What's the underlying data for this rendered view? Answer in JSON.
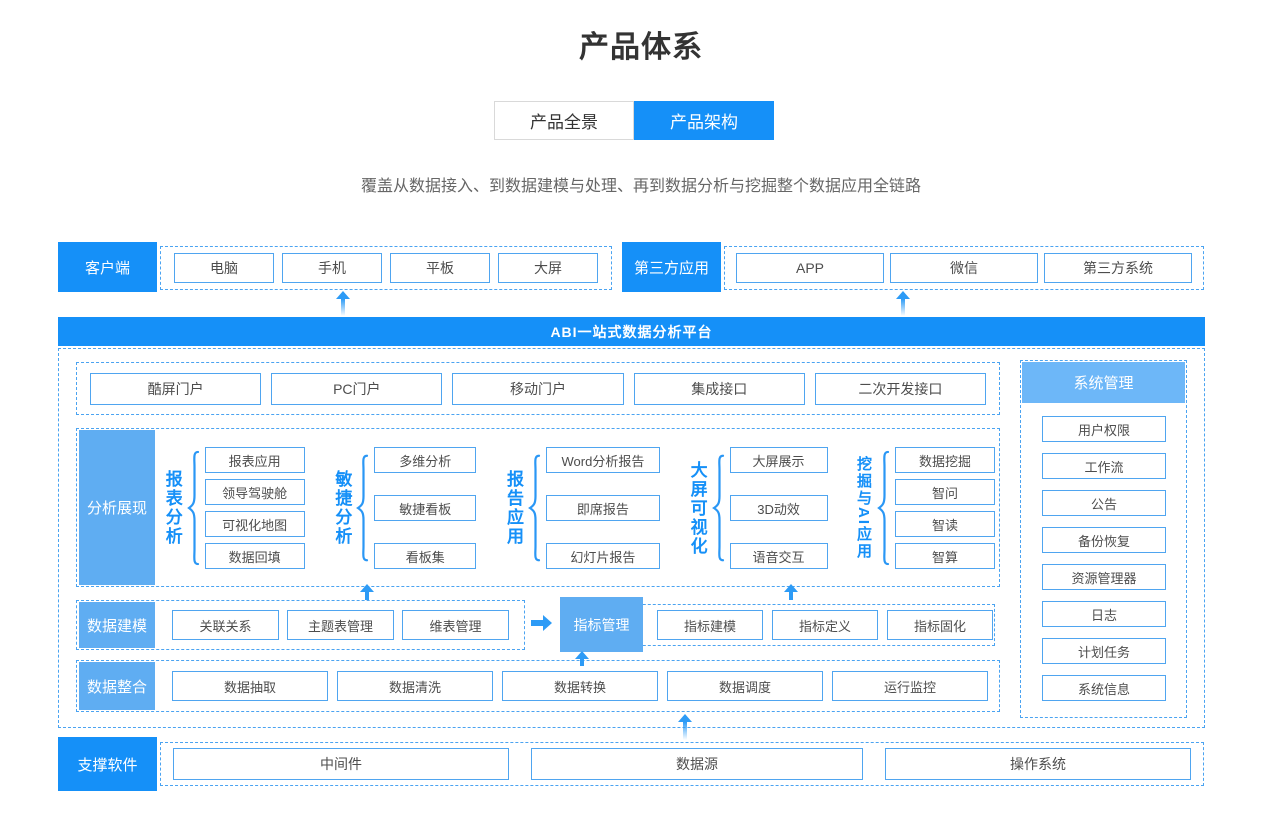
{
  "page": {
    "title": "产品体系",
    "subtitle": "覆盖从数据接入、到数据建模与处理、再到数据分析与挖掘整个数据应用全链路",
    "tabs": [
      {
        "label": "产品全景",
        "active": false
      },
      {
        "label": "产品架构",
        "active": true
      }
    ]
  },
  "client_row": {
    "label": "客户端",
    "items": [
      "电脑",
      "手机",
      "平板",
      "大屏"
    ]
  },
  "thirdparty_row": {
    "label": "第三方应用",
    "items": [
      "APP",
      "微信",
      "第三方系统"
    ]
  },
  "platform": {
    "banner": "ABI一站式数据分析平台",
    "portals": [
      "酷屏门户",
      "PC门户",
      "移动门户",
      "集成接口",
      "二次开发接口"
    ],
    "analysis": {
      "label": "分析展现",
      "groups": [
        {
          "name": "报表分析",
          "items": [
            "报表应用",
            "领导驾驶舱",
            "可视化地图",
            "数据回填"
          ]
        },
        {
          "name": "敏捷分析",
          "items": [
            "多维分析",
            "敏捷看板",
            "看板集"
          ]
        },
        {
          "name": "报告应用",
          "items": [
            "Word分析报告",
            "即席报告",
            "幻灯片报告"
          ]
        },
        {
          "name": "大屏可视化",
          "items": [
            "大屏展示",
            "3D动效",
            "语音交互"
          ]
        },
        {
          "name": "挖掘与AI应用",
          "items": [
            "数据挖掘",
            "智问",
            "智读",
            "智算"
          ]
        }
      ]
    },
    "modeling": {
      "label": "数据建模",
      "items": [
        "关联关系",
        "主题表管理",
        "维表管理"
      ],
      "indicator": {
        "label": "指标管理",
        "items": [
          "指标建模",
          "指标定义",
          "指标固化"
        ]
      }
    },
    "integration": {
      "label": "数据整合",
      "items": [
        "数据抽取",
        "数据清洗",
        "数据转换",
        "数据调度",
        "运行监控"
      ]
    },
    "system": {
      "label": "系统管理",
      "items": [
        "用户权限",
        "工作流",
        "公告",
        "备份恢复",
        "资源管理器",
        "日志",
        "计划任务",
        "系统信息"
      ]
    }
  },
  "support_row": {
    "label": "支撑软件",
    "items": [
      "中间件",
      "数据源",
      "操作系统"
    ]
  },
  "colors": {
    "accent": "#1590f8",
    "light_accent": "#5fadf2",
    "sidebar_header": "#6db7f8",
    "dashed_border": "#4aa3f1",
    "box_border": "#4fa5f0",
    "box_text": "#4d4d4d",
    "title_text": "#333333",
    "subtitle_text": "#666666"
  }
}
